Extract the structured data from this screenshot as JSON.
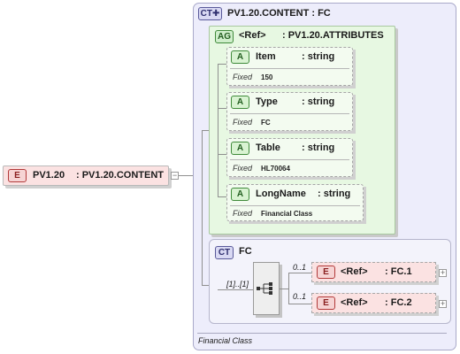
{
  "root_element": {
    "badge": "E",
    "name": "PV1.20",
    "type": ": PV1.20.CONTENT"
  },
  "complex_type": {
    "badge": "CT",
    "title": "PV1.20.CONTENT : FC",
    "footer": "Financial Class",
    "attribute_group": {
      "badge": "AG",
      "ref_label": "<Ref>",
      "ref_value": ": PV1.20.ATTRIBUTES",
      "attributes": [
        {
          "badge": "A",
          "name": "Item",
          "type": ": string",
          "fixed_label": "Fixed",
          "fixed_value": "150"
        },
        {
          "badge": "A",
          "name": "Type",
          "type": ": string",
          "fixed_label": "Fixed",
          "fixed_value": "FC"
        },
        {
          "badge": "A",
          "name": "Table",
          "type": ": string",
          "fixed_label": "Fixed",
          "fixed_value": "HL70064"
        },
        {
          "badge": "A",
          "name": "LongName",
          "type": ": string",
          "fixed_label": "Fixed",
          "fixed_value": "Financial Class"
        }
      ]
    },
    "fc_type": {
      "badge": "CT",
      "title": "FC",
      "sequence_cardinality": "[1]..[1]",
      "children": [
        {
          "badge": "E",
          "ref_label": "<Ref>",
          "ref_value": ": FC.1",
          "cardinality": "0..1"
        },
        {
          "badge": "E",
          "ref_label": "<Ref>",
          "ref_value": ": FC.2",
          "cardinality": "0..1"
        }
      ]
    }
  },
  "colors": {
    "element_fill": "#fbe2e2",
    "complex_type_fill": "#ededfb",
    "attribute_group_fill": "#e7f8e2",
    "connector": "#8f8f8f"
  }
}
